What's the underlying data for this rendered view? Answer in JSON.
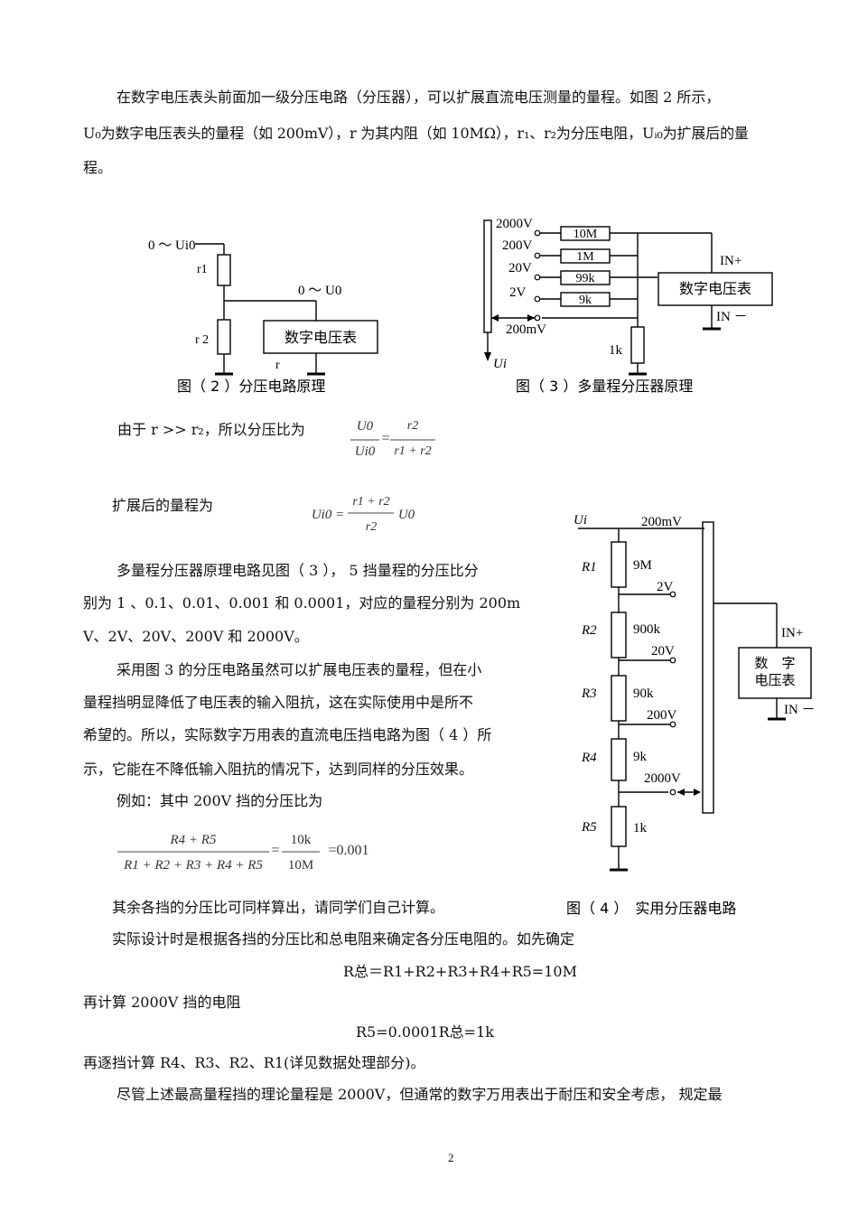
{
  "paragraph1": {
    "line1": "在数字电压表头前面加一级分压电路（分压器），可以扩展直流电压测量的量程。如图 2 所示，",
    "line2": "U₀为数字电压表头的量程（如 200mV），r 为其内阻（如 10MΩ），r₁、r₂为分压电阻，Uᵢ₀为扩展后的量",
    "line3": "程。"
  },
  "fig2": {
    "top_label": "0 ～ Ui0",
    "r1": "r1",
    "r2": "r 2",
    "out_label": "0 ～ U0",
    "meter": "数字电压表",
    "r_label": "r",
    "caption": "图（ 2 ）分压电路原理"
  },
  "fig3": {
    "ranges": [
      "2000V",
      "200V",
      "20V",
      "2V",
      "200mV"
    ],
    "resistors": [
      "10M",
      "1M",
      "99k",
      "9k",
      "1k"
    ],
    "meter": "数字电压表",
    "in_plus": "IN+",
    "in_minus": "IN －",
    "ui": "Ui",
    "caption": "图（ 3 ）多量程分压器原理"
  },
  "ratio": {
    "intro": "由于 r  >>  r₂，所以分压比为",
    "num_left": "U0",
    "den_left": "Ui0",
    "num_right": "r2",
    "den_right": "r1 + r2"
  },
  "extended": {
    "intro": "扩展后的量程为",
    "lhs": "Ui0 =",
    "num": "r1 + r2",
    "den": "r2",
    "rhs": "U0"
  },
  "paragraph2": {
    "line1": "多量程分压器原理电路见图（ 3 ）， 5 挡量程的分压比分",
    "line2": "别为 1 、0.1、0.01、0.001 和 0.0001，对应的量程分别为 200m",
    "line3": "V、2V、20V、200V 和 2000V。"
  },
  "paragraph3": {
    "line1": "采用图 3 的分压电路虽然可以扩展电压表的量程，但在小",
    "line2": "量程挡明显降低了电压表的输入阻抗，这在实际使用中是所不",
    "line3": "希望的。所以，实际数字万用表的直流电压挡电路为图（ 4 ）所",
    "line4": "示，它能在不降低输入阻抗的情况下，达到同样的分压效果。"
  },
  "example": {
    "intro": "例如：其中 200V 挡的分压比为",
    "num": "R4 + R5",
    "den": "R1 + R2 + R3 + R4 + R5",
    "mid_num": "10k",
    "mid_den": "10M",
    "result": "=0.001"
  },
  "fig4": {
    "ui": "Ui",
    "taps": [
      "200mV",
      "2V",
      "20V",
      "200V",
      "2000V"
    ],
    "resistor_names": [
      "R1",
      "R2",
      "R3",
      "R4",
      "R5"
    ],
    "resistor_values": [
      "9M",
      "900k",
      "90k",
      "9k",
      "1k"
    ],
    "meter_line1": "数　字",
    "meter_line2": "电压表",
    "in_plus": "IN+",
    "in_minus": "IN －",
    "caption": "图（ 4 ）　实用分压器电路"
  },
  "rest": {
    "line_other": "其余各挡的分压比可同样算出，请同学们自己计算。",
    "line_design": "实际设计时是根据各挡的分压比和总电阻来确定各分压电阻的。如先确定",
    "formula_total": "R总＝R1+R2+R3+R4+R5=10M",
    "line_calc": "再计算 2000V 挡的电阻",
    "formula_r5": "R5=0.0001R总=1k",
    "line_each": "再逐挡计算 R4、R3、R2、R1(详见数据处理部分)。",
    "line_last": "尽管上述最高量程挡的理论量程是 2000V，但通常的数字万用表出于耐压和安全考虑， 规定最"
  },
  "page_number": "2"
}
